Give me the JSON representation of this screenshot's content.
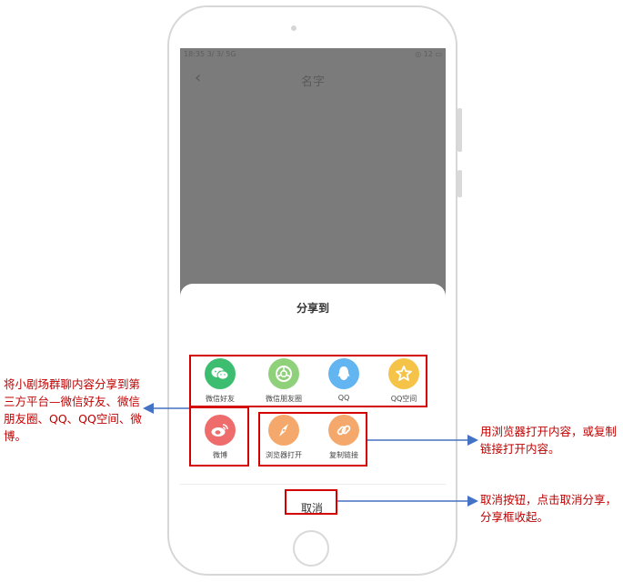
{
  "screen": {
    "status_time": "18:35 3/ 3/ 5G",
    "status_right": "◎ 12 ▭",
    "nav_title": "名字"
  },
  "share_sheet": {
    "title": "分享到",
    "platforms": [
      {
        "label": "微信好友",
        "icon": "wechat-icon",
        "color": "#3dbd6f"
      },
      {
        "label": "微信朋友圈",
        "icon": "moments-icon",
        "color": "#8fd07a"
      },
      {
        "label": "QQ",
        "icon": "qq-icon",
        "color": "#62b5f0"
      },
      {
        "label": "QQ空间",
        "icon": "qzone-icon",
        "color": "#f5c347"
      },
      {
        "label": "微博",
        "icon": "weibo-icon",
        "color": "#ef6c6c"
      }
    ],
    "actions": [
      {
        "label": "浏览器打开",
        "icon": "compass-icon",
        "color": "#f5a86b"
      },
      {
        "label": "复制链接",
        "icon": "link-icon",
        "color": "#f5a86b"
      }
    ],
    "cancel_label": "取消"
  },
  "annotations": {
    "left": "将小剧场群聊内容分享到第三方平台—微信好友、微信朋友圈、QQ、QQ空间、微博。",
    "right_top": "用浏览器打开内容，或复制链接打开内容。",
    "right_bottom": "取消按钮，点击取消分享，分享框收起。"
  }
}
